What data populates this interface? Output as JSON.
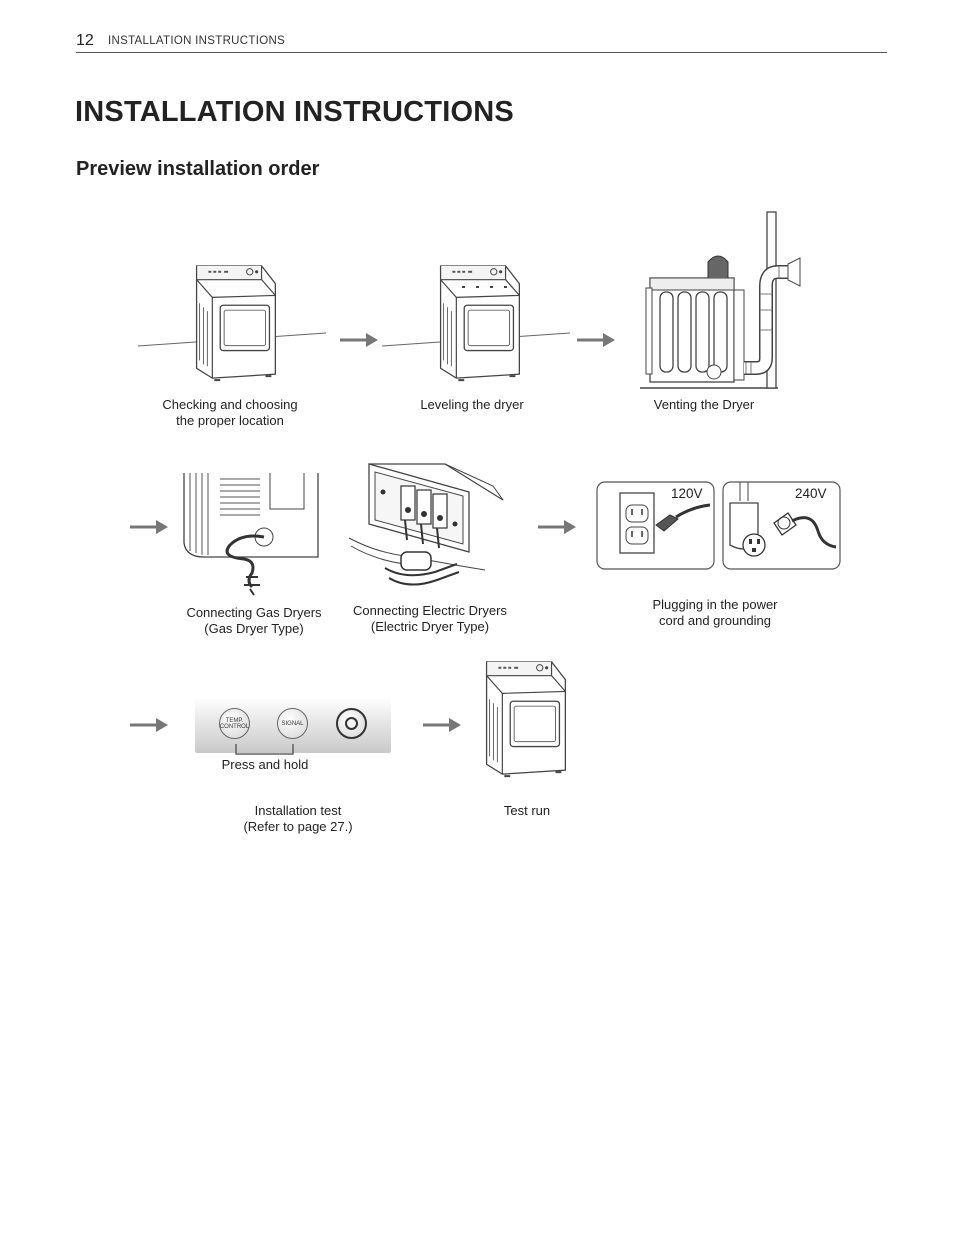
{
  "header": {
    "page_number": "12",
    "running_title": "INSTALLATION INSTRUCTIONS"
  },
  "title": "INSTALLATION INSTRUCTIONS",
  "subtitle": "Preview installation order",
  "steps": {
    "location": {
      "line1": "Checking and choosing",
      "line2": "the proper location"
    },
    "leveling": {
      "line1": "Leveling the dryer"
    },
    "venting": {
      "line1": "Venting the Dryer"
    },
    "gas": {
      "line1": "Connecting Gas Dryers",
      "line2": "(Gas Dryer Type)"
    },
    "electric": {
      "line1": "Connecting Electric Dryers",
      "line2": "(Electric Dryer Type)"
    },
    "power": {
      "line1": "Plugging in the power",
      "line2": "cord and grounding",
      "volt_120": "120V",
      "volt_240": "240V"
    },
    "install_test": {
      "line1": "Installation test",
      "line2": "(Refer to page 27.)",
      "press_hold": "Press and hold",
      "btn_temp_1": "TEMP.",
      "btn_temp_2": "CONTROL",
      "btn_signal": "SIGNAL"
    },
    "test_run": {
      "line1": "Test run"
    }
  },
  "colors": {
    "text": "#222222",
    "arrow": "#777777",
    "line": "#444444"
  }
}
